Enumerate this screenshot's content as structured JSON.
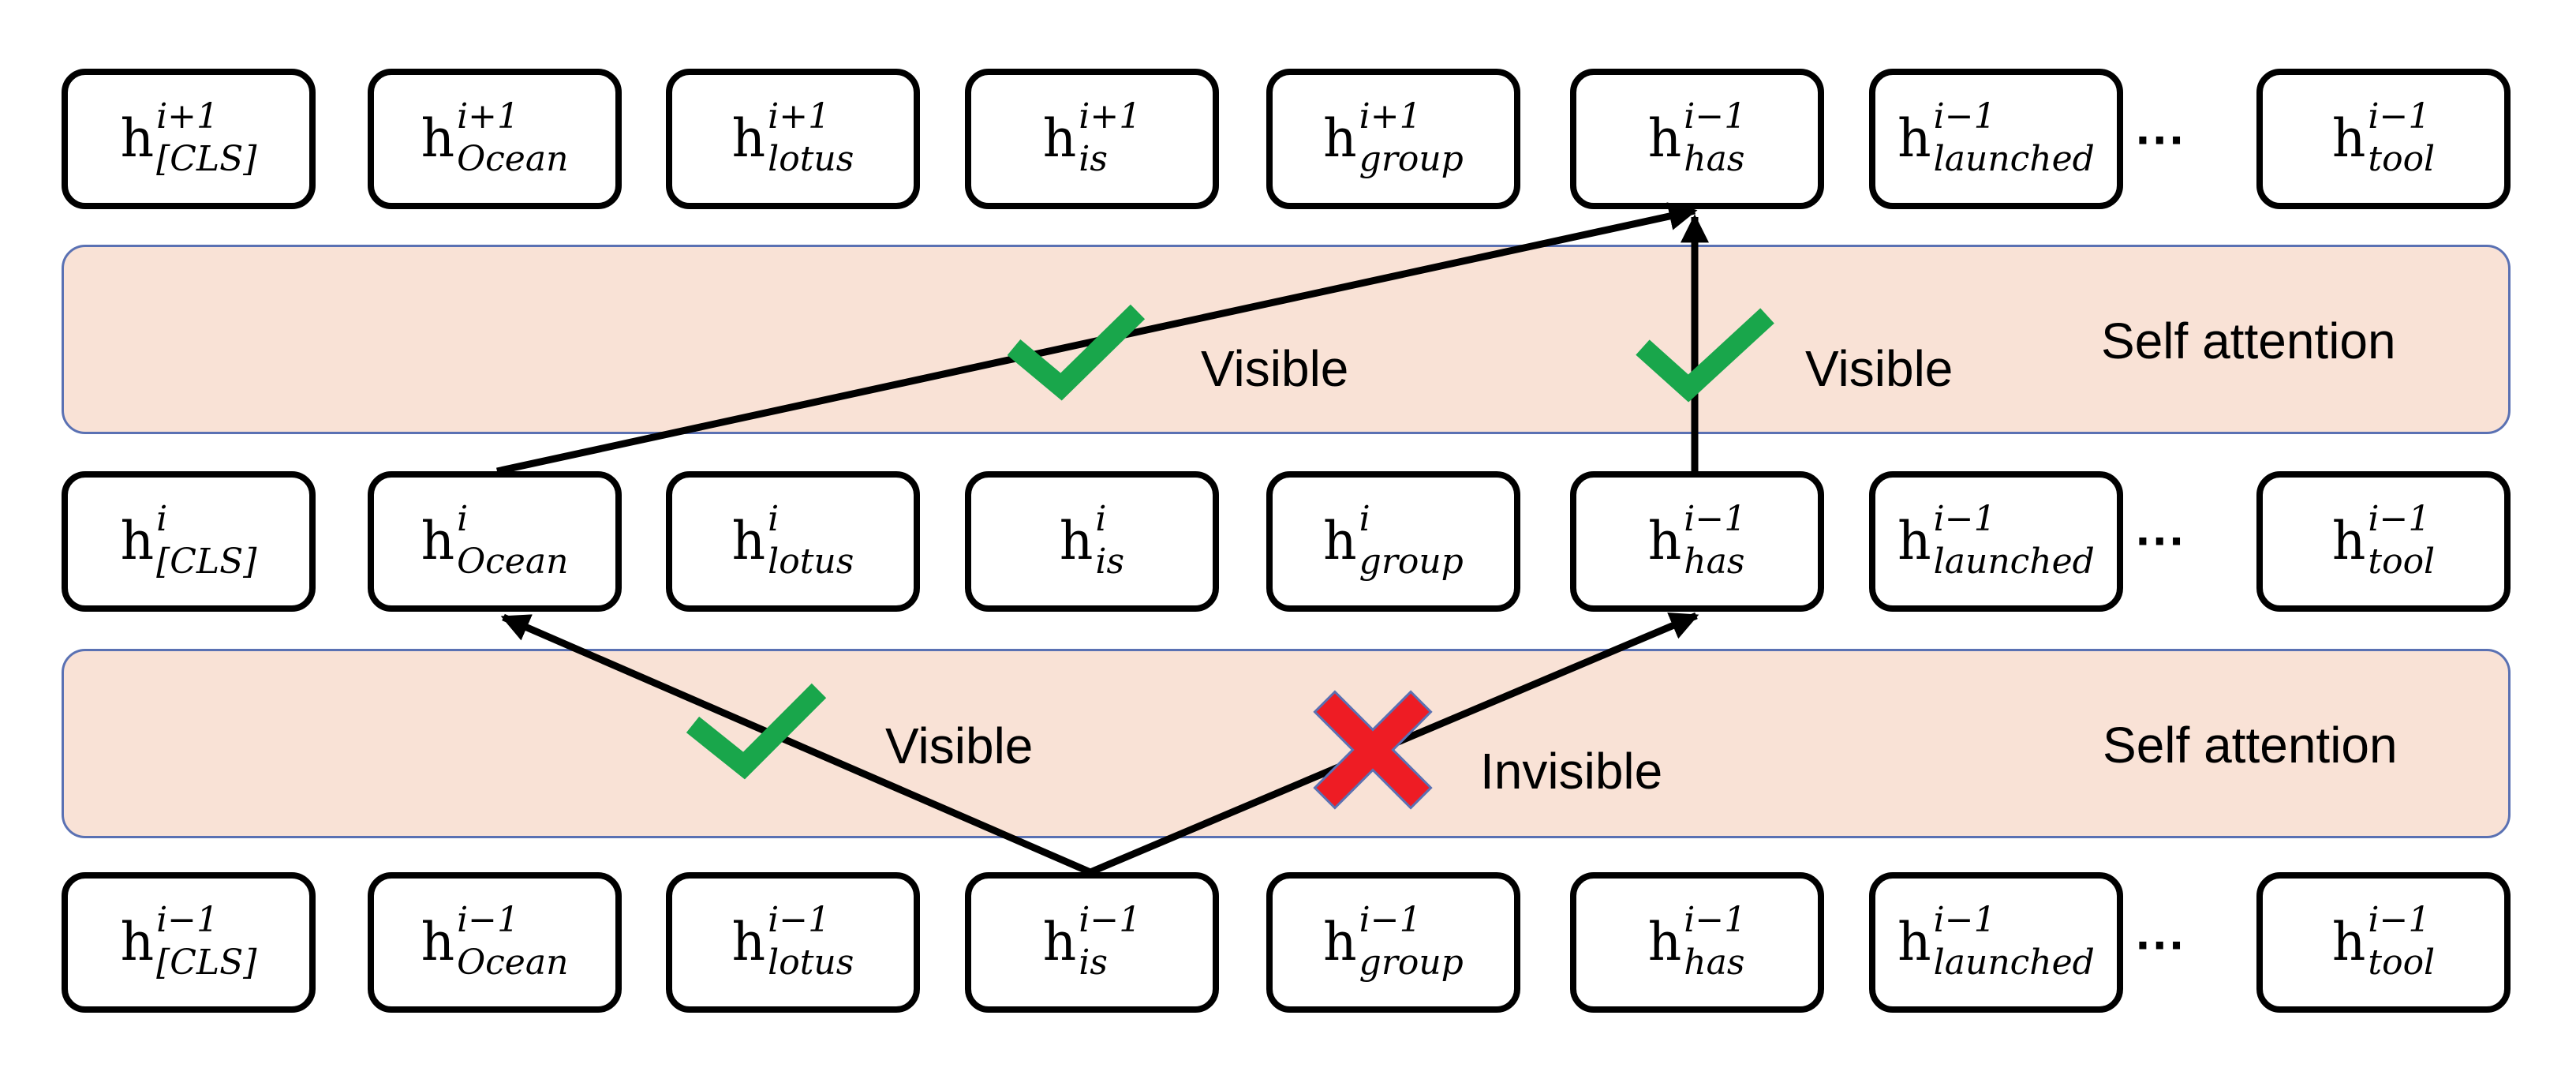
{
  "rows": {
    "top": [
      {
        "base": "h",
        "sup": "i+1",
        "sub": "[CLS]"
      },
      {
        "base": "h",
        "sup": "i+1",
        "sub": "Ocean"
      },
      {
        "base": "h",
        "sup": "i+1",
        "sub": "lotus"
      },
      {
        "base": "h",
        "sup": "i+1",
        "sub": "is"
      },
      {
        "base": "h",
        "sup": "i+1",
        "sub": "group"
      },
      {
        "base": "h",
        "sup": "i−1",
        "sub": "has"
      },
      {
        "base": "h",
        "sup": "i−1",
        "sub": "launched"
      },
      {
        "base": "h",
        "sup": "i−1",
        "sub": "tool"
      }
    ],
    "middle": [
      {
        "base": "h",
        "sup": "i",
        "sub": "[CLS]"
      },
      {
        "base": "h",
        "sup": "i",
        "sub": "Ocean"
      },
      {
        "base": "h",
        "sup": "i",
        "sub": "lotus"
      },
      {
        "base": "h",
        "sup": "i",
        "sub": "is"
      },
      {
        "base": "h",
        "sup": "i",
        "sub": "group"
      },
      {
        "base": "h",
        "sup": "i−1",
        "sub": "has"
      },
      {
        "base": "h",
        "sup": "i−1",
        "sub": "launched"
      },
      {
        "base": "h",
        "sup": "i−1",
        "sub": "tool"
      }
    ],
    "bottom": [
      {
        "base": "h",
        "sup": "i−1",
        "sub": "[CLS]"
      },
      {
        "base": "h",
        "sup": "i−1",
        "sub": "Ocean"
      },
      {
        "base": "h",
        "sup": "i−1",
        "sub": "lotus"
      },
      {
        "base": "h",
        "sup": "i−1",
        "sub": "is"
      },
      {
        "base": "h",
        "sup": "i−1",
        "sub": "group"
      },
      {
        "base": "h",
        "sup": "i−1",
        "sub": "has"
      },
      {
        "base": "h",
        "sup": "i−1",
        "sub": "launched"
      },
      {
        "base": "h",
        "sup": "i−1",
        "sub": "tool"
      }
    ]
  },
  "ellipsis": "···",
  "bands": {
    "upper_label": "Self attention",
    "lower_label": "Self attention"
  },
  "annotations": {
    "upper_left": "Visible",
    "upper_right": "Visible",
    "lower_left": "Visible",
    "lower_right": "Invisible"
  },
  "colors": {
    "band_fill": "#f9e2d6",
    "band_border": "#5a71b3",
    "check": "#19a64b",
    "cross": "#ee1c24"
  },
  "icons": [
    "check-mark-icon",
    "cross-mark-icon",
    "arrow-icon"
  ]
}
